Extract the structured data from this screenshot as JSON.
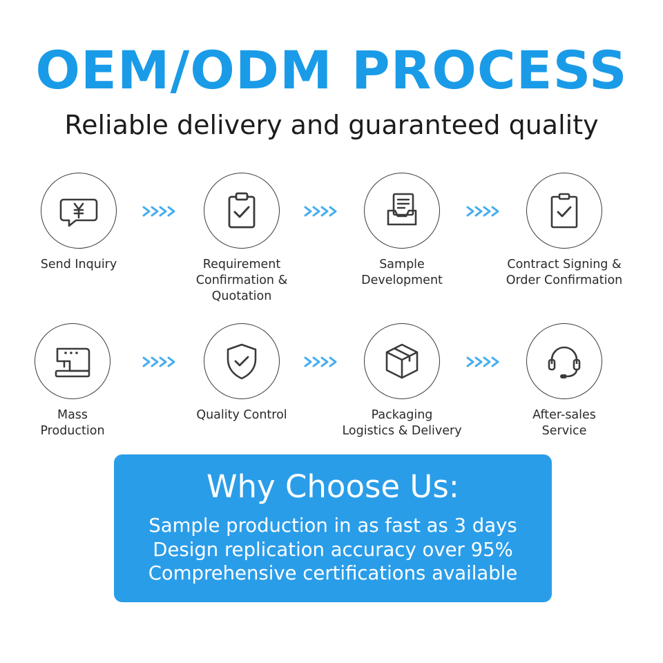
{
  "header": {
    "title": "OEM/ODM PROCESS",
    "subtitle": "Reliable delivery and guaranteed quality"
  },
  "steps": [
    {
      "icon": "quote-chat-icon",
      "label_lines": [
        "Send Inquiry"
      ]
    },
    {
      "icon": "clipboard-check-icon",
      "label_lines": [
        "Requirement",
        "Confirmation &",
        "Quotation"
      ]
    },
    {
      "icon": "document-tray-icon",
      "label_lines": [
        "Sample",
        "Development"
      ]
    },
    {
      "icon": "contract-check-icon",
      "label_lines": [
        "Contract Signing &",
        "Order Confirmation"
      ]
    },
    {
      "icon": "sewing-machine-icon",
      "label_lines": [
        "Mass",
        "Production"
      ]
    },
    {
      "icon": "shield-check-icon",
      "label_lines": [
        "Quality Control"
      ]
    },
    {
      "icon": "package-box-icon",
      "label_lines": [
        "Packaging",
        "Logistics & Delivery"
      ]
    },
    {
      "icon": "headset-icon",
      "label_lines": [
        "After-sales",
        "Service"
      ]
    }
  ],
  "why": {
    "title": "Why Choose Us:",
    "lines": [
      "Sample production in as fast as 3 days",
      "Design replication accuracy over 95%",
      "Comprehensive certifications available"
    ]
  },
  "colors": {
    "accent": "#1a9be8",
    "box": "#2a9de9",
    "arrow": "#48aef0"
  }
}
